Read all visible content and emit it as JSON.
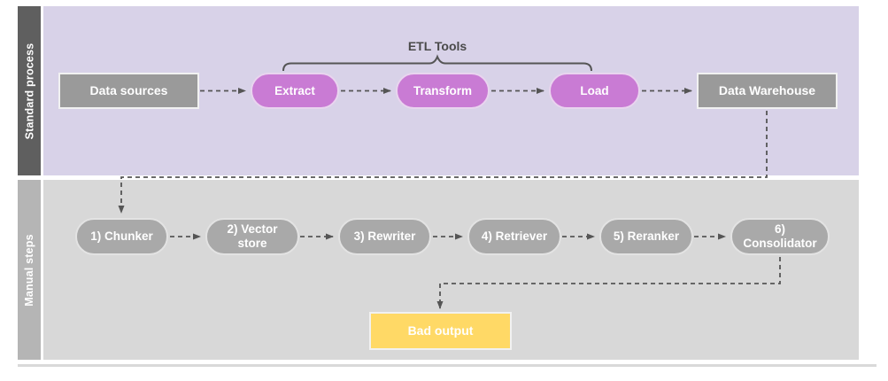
{
  "lanes": [
    {
      "label": "Standard process"
    },
    {
      "label": "Manual steps"
    }
  ],
  "bracket": {
    "label": "ETL Tools"
  },
  "nodes": {
    "data_sources": {
      "label": "Data sources"
    },
    "extract": {
      "label": "Extract"
    },
    "transform": {
      "label": "Transform"
    },
    "load": {
      "label": "Load"
    },
    "data_warehouse": {
      "label": "Data Warehouse"
    },
    "chunker": {
      "label": "1) Chunker"
    },
    "vector_store": {
      "label": "2) Vector store"
    },
    "rewriter": {
      "label": "3) Rewriter"
    },
    "retriever": {
      "label": "4) Retriever"
    },
    "reranker": {
      "label": "5) Reranker"
    },
    "consolidator": {
      "label": "6) Consolidator"
    },
    "bad_output": {
      "label": "Bad output"
    }
  },
  "colors": {
    "standard_lane_bg": "#d8d2e8",
    "standard_lane_bar": "#5f5f5f",
    "manual_lane_bg": "#d8d8d8",
    "manual_lane_bar": "#b5b5b5",
    "etl_pill": "#c97bd4",
    "gray_box": "#9a9a9a",
    "manual_pill": "#a9a9a9",
    "bad_output": "#ffd966",
    "connector": "#555555",
    "node_text": "#ffffff"
  }
}
